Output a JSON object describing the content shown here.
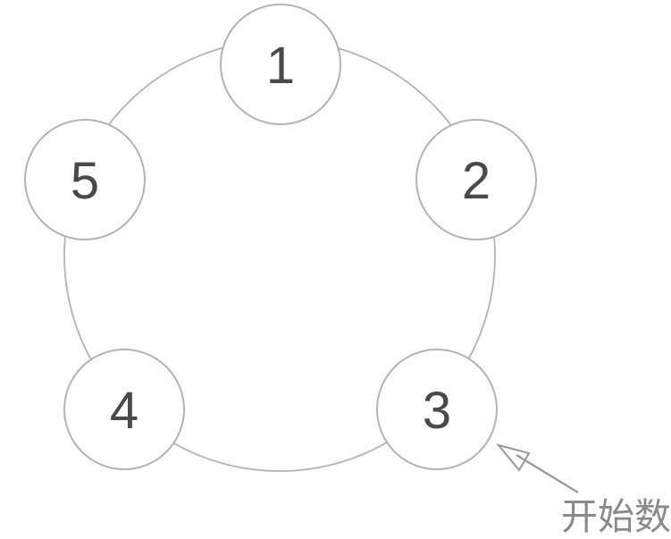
{
  "figure": {
    "description": "five numbered circles arranged on a ring",
    "nodes": [
      {
        "label": "1"
      },
      {
        "label": "2"
      },
      {
        "label": "3"
      },
      {
        "label": "4"
      },
      {
        "label": "5"
      }
    ],
    "annotation": {
      "label": "开始数",
      "points_to_node": "3"
    },
    "colors": {
      "background": "#ffffff",
      "ring_stroke": "#b3b3b3",
      "node_stroke": "#b3b3b3",
      "node_fill": "#ffffff",
      "number_text": "#4a4a4a",
      "arrow": "#979797",
      "annotation_text": "#8a8a8a"
    }
  }
}
